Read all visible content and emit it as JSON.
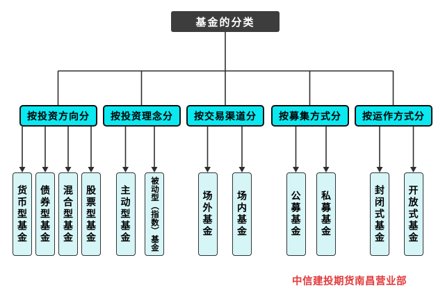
{
  "diagram": {
    "title": "基金的分类",
    "groups": [
      {
        "label": "按投资方向分",
        "leaves": [
          "货币型基金",
          "债券型基金",
          "混合型基金",
          "股票型基金"
        ]
      },
      {
        "label": "按投资理念分",
        "leaves": [
          "主动型基金",
          "被动型（指数）基金"
        ]
      },
      {
        "label": "按交易渠道分",
        "leaves": [
          "场外基金",
          "场内基金"
        ]
      },
      {
        "label": "按募集方式分",
        "leaves": [
          "公募基金",
          "私募基金"
        ]
      },
      {
        "label": "按运作方式分",
        "leaves": [
          "封闭式基金",
          "开放式基金"
        ]
      }
    ],
    "watermark": "中信建投期货南昌营业部"
  },
  "colors": {
    "root-fill": "#3d3d3d",
    "root-text": "#ffffff",
    "category-fill": "#0ae8f0",
    "leaf-fill": "#d6f5f7",
    "line": "#2e2e2e",
    "watermark": "#e23b3d"
  }
}
